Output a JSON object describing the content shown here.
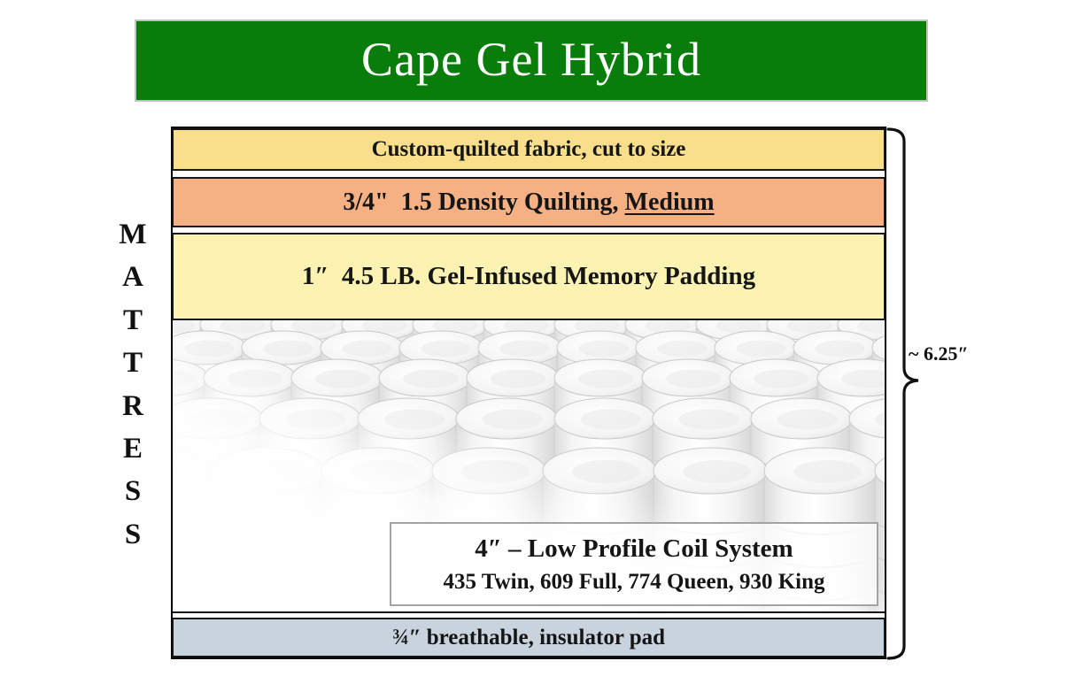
{
  "banner": {
    "title": "Cape Gel Hybrid",
    "bg_color": "#097d09",
    "text_color": "#ffffff"
  },
  "side_label": {
    "text": "MATTRESS"
  },
  "layers": {
    "quilted_fabric": {
      "label": "Custom-quilted fabric, cut to size",
      "color": "#f9df8c"
    },
    "density_quilting": {
      "label_prefix": "3/4\"  1.5 Density Quilting, ",
      "label_underlined": "Medium",
      "color": "#f5b183"
    },
    "memory_padding": {
      "label": "1″  4.5 LB. Gel-Infused Memory Padding",
      "color": "#fcf2b1"
    },
    "coil_system": {
      "title": "4″ – Low Profile Coil System",
      "sizes": "435 Twin, 609 Full, 774 Queen, 930 King"
    },
    "insulator_pad": {
      "label": "¾″ breathable, insulator pad",
      "color": "#c9d3de"
    }
  },
  "measurement": {
    "label": "~ 6.25″"
  }
}
